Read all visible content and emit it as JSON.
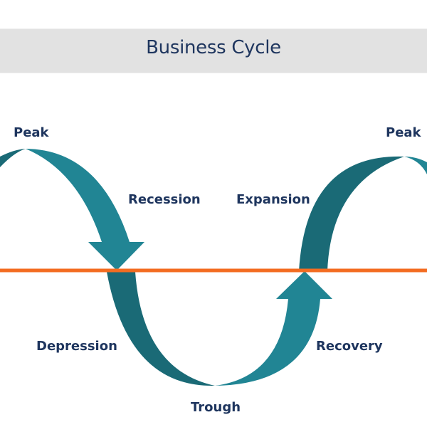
{
  "title": "Business Cycle",
  "labels": {
    "peak_left": "Peak",
    "recession": "Recession",
    "depression": "Depression",
    "trough": "Trough",
    "recovery": "Recovery",
    "expansion": "Expansion",
    "peak_right": "Peak"
  },
  "colors": {
    "arrow_light": "#218594",
    "arrow_dark": "#1a6a76",
    "baseline": "#f36c21",
    "text": "#1e355e",
    "title_bar": "#e2e2e2"
  }
}
